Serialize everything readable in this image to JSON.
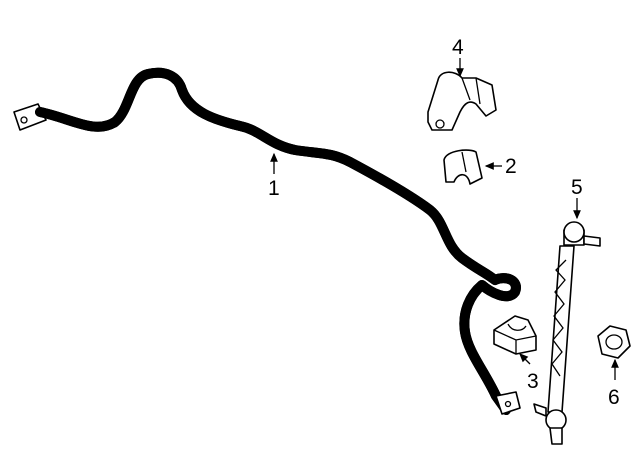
{
  "diagram": {
    "callouts": [
      {
        "number": "1",
        "part": "stabilizer-bar"
      },
      {
        "number": "2",
        "part": "bushing"
      },
      {
        "number": "3",
        "part": "insulator"
      },
      {
        "number": "4",
        "part": "bracket"
      },
      {
        "number": "5",
        "part": "stabilizer-link"
      },
      {
        "number": "6",
        "part": "nut"
      }
    ],
    "colors": {
      "ink": "#000000",
      "background": "#ffffff"
    }
  }
}
